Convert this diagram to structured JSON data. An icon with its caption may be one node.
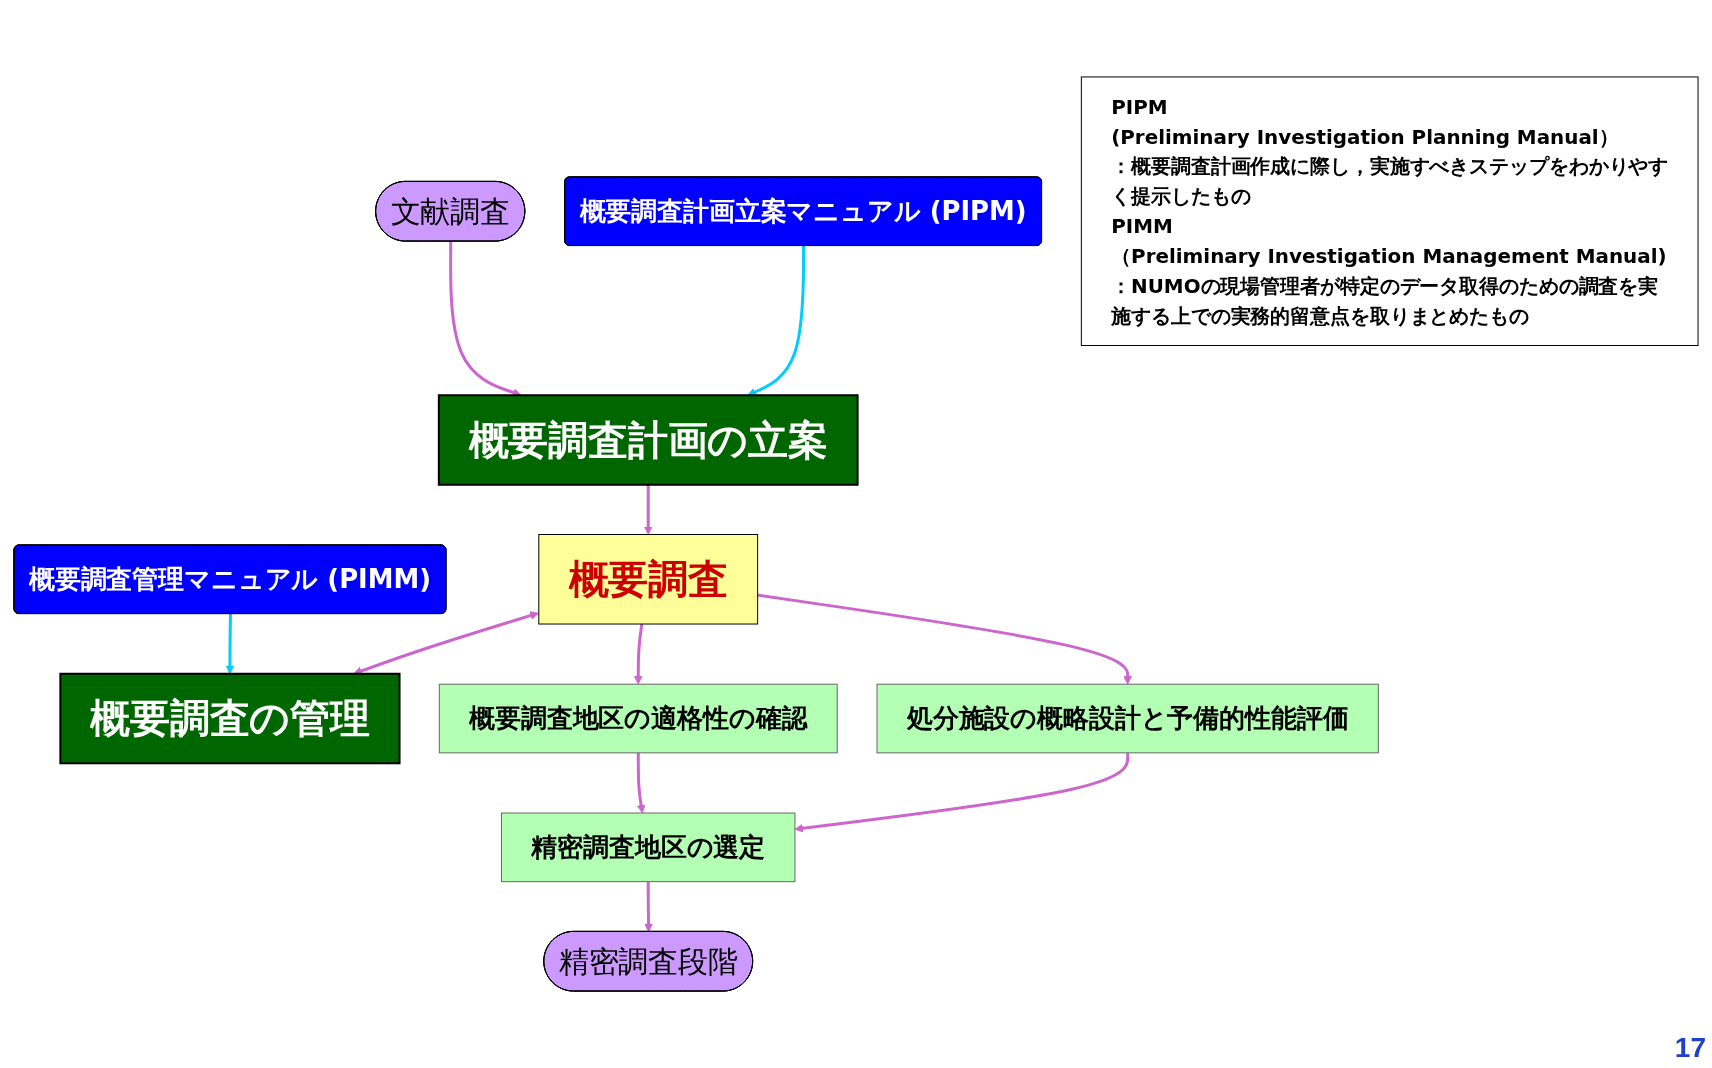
{
  "diagram": {
    "nodes": [
      {
        "text": [
          "文献調査"
        ]
      },
      {
        "text": [
          "概要調査計画の立案"
        ]
      },
      {
        "text": [
          "概要調査計画立案マニュアル (PIPM)"
        ]
      },
      {
        "text": [
          "概要調査管理マニュアル (PIMM)"
        ]
      },
      {
        "text": [
          "概要調査"
        ]
      },
      {
        "text": [
          "概要調査の管理"
        ]
      },
      {
        "text": [
          "概要調査地区の適格性の確認"
        ]
      },
      {
        "text": [
          "処分施設の概略設計と予備的性能評価"
        ]
      },
      {
        "text": [
          "精密調査地区の選定"
        ]
      },
      {
        "text": [
          "精密調査段階"
        ]
      },
      {
        "text": [
          "PIPM",
          "(Preliminary Investigation Planning Manual）",
          "：概要調査計画作成に際し，実施すべきステップをわかりやすく提示したもの",
          "PIMM",
          "（Preliminary Investigation Management Manual)",
          "：NUMOの現場管理者が特定のデータ取得のための調査を実施する上での実務的留意点を取りまとめたもの"
        ]
      }
    ],
    "edges": [
      {
        "from": 0,
        "to": 1,
        "arrow": "to"
      },
      {
        "from": 2,
        "to": 1,
        "arrow": "to",
        "color": "#00ccff"
      },
      {
        "from": 3,
        "to": 5,
        "arrow": "to",
        "color": "#00ccff"
      },
      {
        "from": 1,
        "to": 4,
        "arrow": "to"
      },
      {
        "from": 4,
        "to": 5,
        "arrow": "both"
      },
      {
        "from": 4,
        "to": 6,
        "arrow": "to"
      },
      {
        "from": 4,
        "to": 7,
        "arrow": "to"
      },
      {
        "from": 6,
        "to": 8,
        "arrow": "to"
      },
      {
        "from": 7,
        "to": 8,
        "arrow": "to"
      },
      {
        "from": 8,
        "to": 9,
        "arrow": "to"
      }
    ],
    "labels": [
      "17"
    ]
  }
}
